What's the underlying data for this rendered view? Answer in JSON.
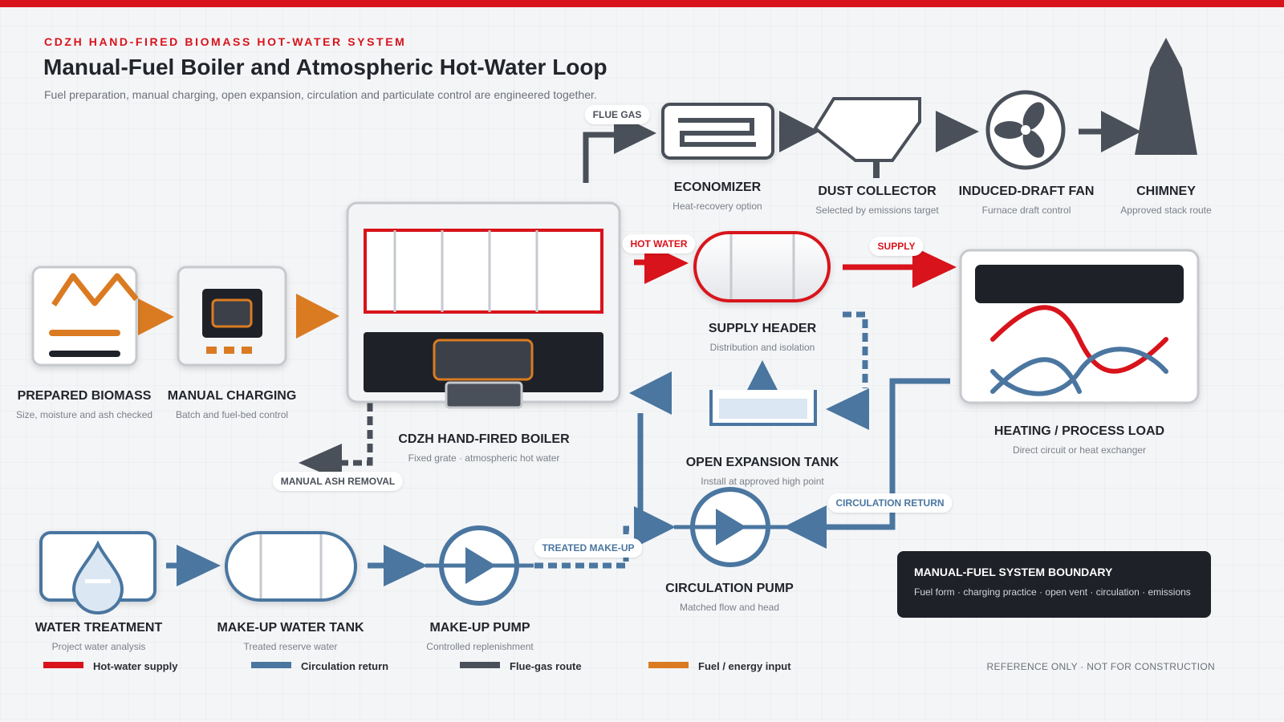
{
  "header": {
    "eyebrow": "CDZH HAND-FIRED BIOMASS HOT-WATER SYSTEM",
    "title": "Manual-Fuel Boiler and Atmospheric Hot-Water Loop",
    "subtitle": "Fuel preparation, manual charging, open expansion, circulation and particulate control are engineered together."
  },
  "colors": {
    "hot_water": "#d8131b",
    "circulation": "#4a76a0",
    "flue_gas": "#4a5059",
    "fuel": "#da7b22",
    "dark": "#1f2128"
  },
  "nodes": {
    "prepared_biomass": {
      "name": "PREPARED BIOMASS",
      "desc": "Size, moisture and ash checked",
      "icon": "biomass-icon"
    },
    "manual_charging": {
      "name": "MANUAL CHARGING",
      "desc": "Batch and fuel-bed control",
      "icon": "charging-door-icon"
    },
    "boiler": {
      "name": "CDZH HAND-FIRED BOILER",
      "desc": "Fixed grate · atmospheric hot water",
      "icon": "boiler-icon"
    },
    "economizer": {
      "name": "ECONOMIZER",
      "desc": "Heat-recovery option",
      "icon": "economizer-coil-icon"
    },
    "dust_collector": {
      "name": "DUST COLLECTOR",
      "desc": "Selected by emissions target",
      "icon": "dust-collector-icon"
    },
    "id_fan": {
      "name": "INDUCED-DRAFT FAN",
      "desc": "Furnace draft control",
      "icon": "fan-icon"
    },
    "chimney": {
      "name": "CHIMNEY",
      "desc": "Approved stack route",
      "icon": "chimney-icon"
    },
    "supply_header": {
      "name": "SUPPLY HEADER",
      "desc": "Distribution and isolation",
      "icon": "header-vessel-icon"
    },
    "load": {
      "name": "HEATING / PROCESS LOAD",
      "desc": "Direct circuit or heat exchanger",
      "icon": "heat-exchanger-icon"
    },
    "expansion_tank": {
      "name": "OPEN EXPANSION TANK",
      "desc": "Install at approved high point",
      "icon": "expansion-tank-icon"
    },
    "circulation_pump": {
      "name": "CIRCULATION PUMP",
      "desc": "Matched flow and head",
      "icon": "pump-icon"
    },
    "water_treatment": {
      "name": "WATER TREATMENT",
      "desc": "Project water analysis",
      "icon": "water-drop-icon"
    },
    "makeup_tank": {
      "name": "MAKE-UP WATER TANK",
      "desc": "Treated reserve water",
      "icon": "tank-icon"
    },
    "makeup_pump": {
      "name": "MAKE-UP PUMP",
      "desc": "Controlled replenishment",
      "icon": "pump-icon"
    }
  },
  "flow_labels": {
    "flue_gas": "FLUE GAS",
    "hot_water": "HOT WATER",
    "supply": "SUPPLY",
    "ash_removal": "MANUAL ASH REMOVAL",
    "treated_makeup": "TREATED MAKE-UP",
    "circulation_return": "CIRCULATION RETURN"
  },
  "boundary": {
    "title": "MANUAL-FUEL SYSTEM BOUNDARY",
    "desc": "Fuel form · charging practice · open vent · circulation · emissions"
  },
  "legend": [
    {
      "label": "Hot-water supply",
      "color": "#d8131b"
    },
    {
      "label": "Circulation return",
      "color": "#4a76a0"
    },
    {
      "label": "Flue-gas route",
      "color": "#4a5059"
    },
    {
      "label": "Fuel / energy input",
      "color": "#da7b22"
    }
  ],
  "footnote": "REFERENCE ONLY · NOT FOR CONSTRUCTION"
}
